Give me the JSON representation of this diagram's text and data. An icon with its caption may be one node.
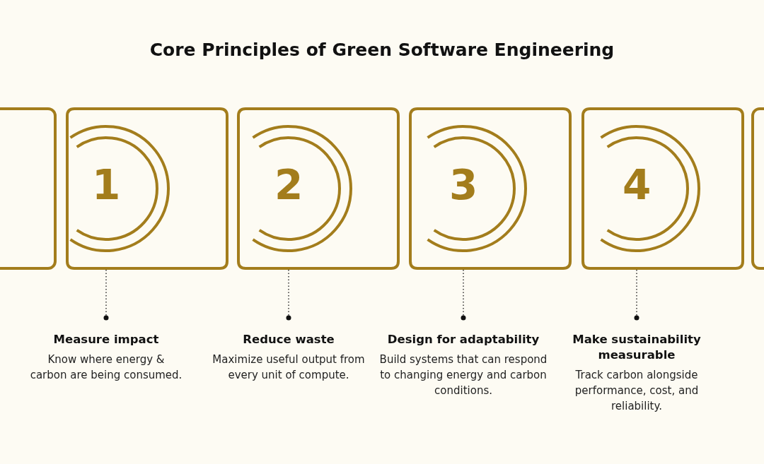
{
  "diagram": {
    "title": "Core Principles of Green Software Engineering",
    "nodes": [
      {
        "text": [],
        "shape": "box"
      },
      {
        "text": [
          "1"
        ]
      },
      {
        "text": [
          "2"
        ]
      },
      {
        "text": [
          "3"
        ]
      },
      {
        "text": [
          "4"
        ]
      },
      {
        "text": [],
        "shape": "box"
      },
      {
        "text": [
          "Measure impact",
          "Know where energy & carbon are being consumed."
        ]
      },
      {
        "text": [
          "Reduce waste",
          "Maximize useful output from every unit of compute."
        ]
      },
      {
        "text": [
          "Design for adaptability",
          "Build systems that can respond to changing energy and carbon conditions."
        ]
      },
      {
        "text": [
          "Make sustainability measurable",
          "Track carbon alongside performance, cost, and reliability."
        ]
      }
    ],
    "edges": [
      {
        "from": 1,
        "to": 6,
        "arrow": "other",
        "style": "dashed"
      },
      {
        "from": 2,
        "to": 7,
        "arrow": "other",
        "style": "dashed"
      },
      {
        "from": 3,
        "to": 8,
        "arrow": "other",
        "style": "dashed"
      },
      {
        "from": 4,
        "to": 9,
        "arrow": "other",
        "style": "dashed"
      }
    ]
  }
}
